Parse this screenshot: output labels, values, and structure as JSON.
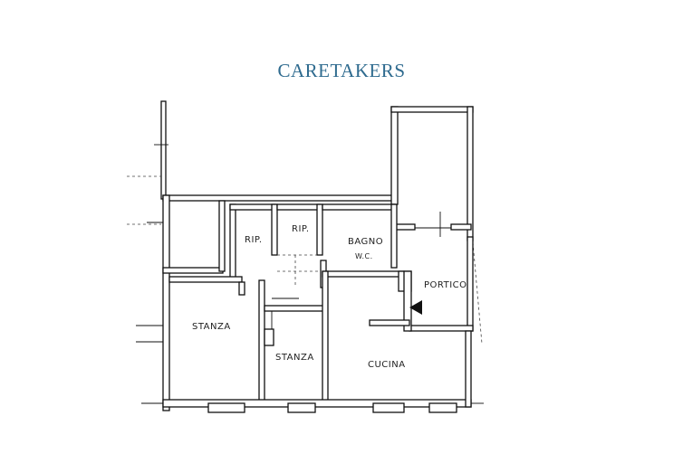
{
  "title": "CARETAKERS",
  "rooms": {
    "rip1": "RIP.",
    "rip2": "RIP.",
    "bagno": "BAGNO",
    "wc": "W.C.",
    "portico": "PORTICO",
    "stanza1": "STANZA",
    "stanza2": "STANZA",
    "cucina": "CUCINA"
  }
}
